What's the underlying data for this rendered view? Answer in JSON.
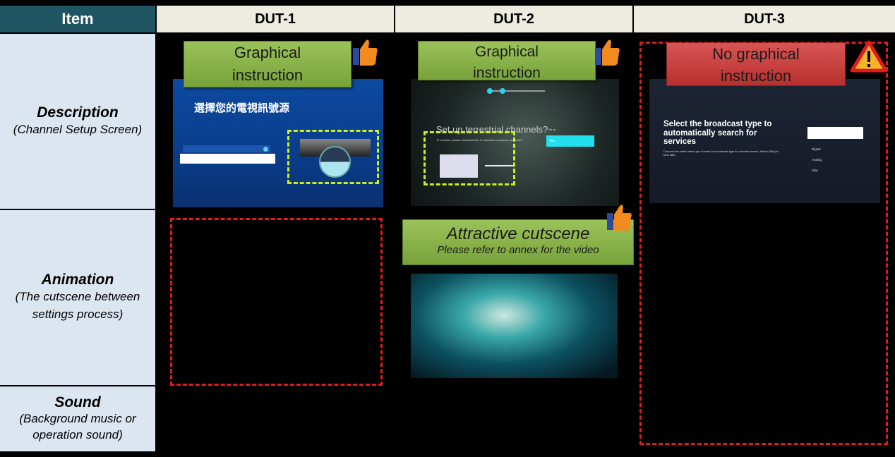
{
  "header": {
    "item": "Item",
    "duts": [
      "DUT-1",
      "DUT-2",
      "DUT-3"
    ]
  },
  "rows": [
    {
      "title": "Description",
      "sub": "(Channel Setup Screen)"
    },
    {
      "title": "Animation",
      "sub": "(The cutscene between settings process)"
    },
    {
      "title": "Sound",
      "sub": "(Background music or operation sound)"
    }
  ],
  "dut1": {
    "label_line1": "Graphical",
    "label_line2": "instruction",
    "screen_title": "選擇您的電視訊號源"
  },
  "dut2": {
    "label_line1": "Graphical",
    "label_line2": "instruction",
    "screen_title": "Set up terrestrial channels?",
    "screen_sub": "To continue, please check that the TV antenna is properly connected.",
    "option_label": "Set up",
    "button": "Yes",
    "cutscene_title": "Attractive cutscene",
    "cutscene_sub": "Please refer to annex for the video"
  },
  "dut3": {
    "label_line1": "No graphical",
    "label_line2": "instruction",
    "screen_title": "Select the broadcast type to automatically search for services",
    "screen_sub": "Connect the cable before you choose the broadcast type for channel search. Select [Skip] to tune later.",
    "options": [
      "Digital",
      "Analog",
      "Skip"
    ]
  },
  "colors": {
    "good": "#77a33a",
    "bad": "#b8302e",
    "warn": "#e01b1b"
  }
}
